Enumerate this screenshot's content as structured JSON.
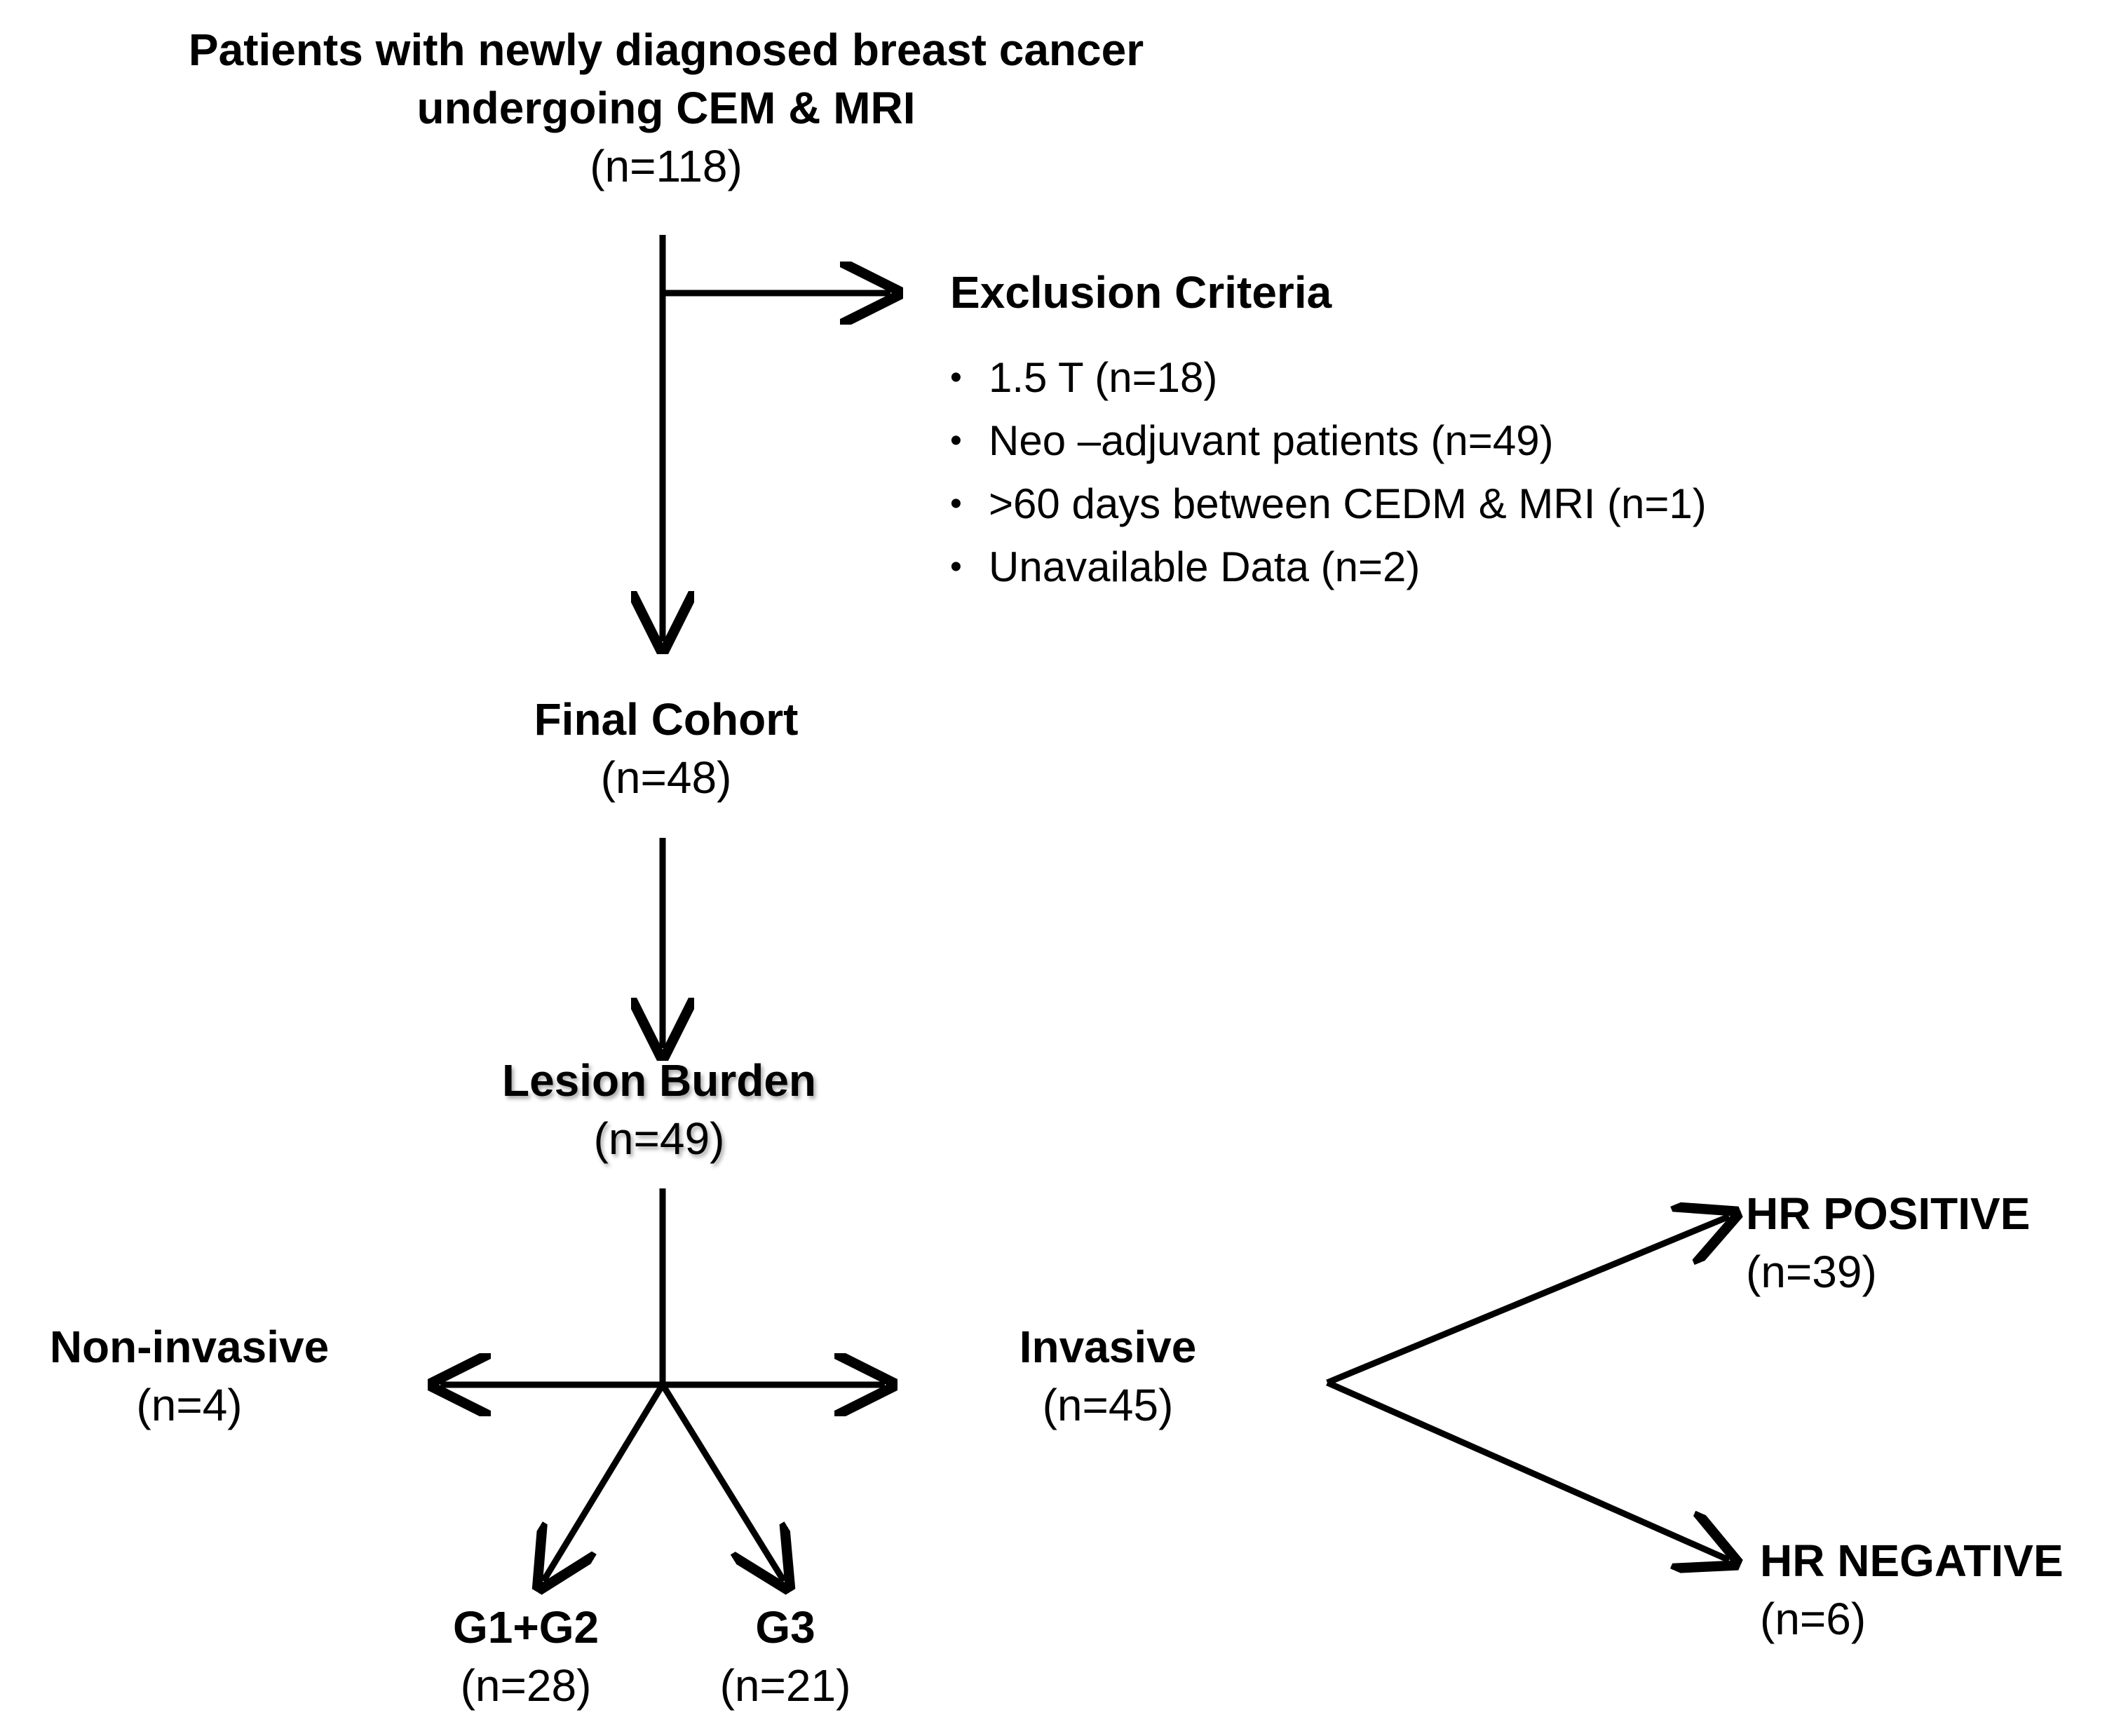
{
  "nodes": {
    "start": {
      "title_line1": "Patients with  newly diagnosed breast cancer",
      "title_line2": "undergoing CEM & MRI",
      "count": "(n=118)"
    },
    "final_cohort": {
      "title": "Final Cohort",
      "count": "(n=48)"
    },
    "lesion_burden": {
      "title": "Lesion Burden",
      "count": "(n=49)"
    },
    "non_invasive": {
      "title": "Non-invasive",
      "count": "(n=4)"
    },
    "invasive": {
      "title": "Invasive",
      "count": "(n=45)"
    },
    "g1g2": {
      "title": "G1+G2",
      "count": "(n=28)"
    },
    "g3": {
      "title": "G3",
      "count": "(n=21)"
    },
    "hr_positive": {
      "title": "HR POSITIVE",
      "count": "(n=39)"
    },
    "hr_negative": {
      "title": "HR NEGATIVE",
      "count": "(n=6)"
    }
  },
  "exclusion": {
    "title": "Exclusion Criteria",
    "items": [
      "1.5 T (n=18)",
      "Neo –adjuvant patients (n=49)",
      ">60 days between CEDM & MRI (n=1)",
      "Unavailable Data (n=2)"
    ]
  },
  "colors": {
    "line": "#000000",
    "background": "#ffffff"
  }
}
